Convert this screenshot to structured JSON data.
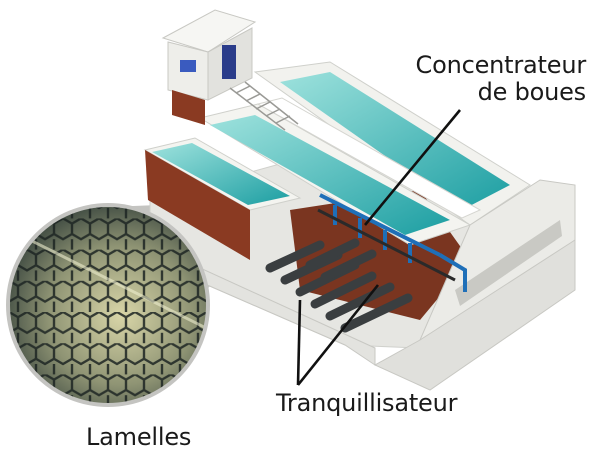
{
  "labels": {
    "concentrateur_line1": "Concentrateur",
    "concentrateur_line2": "de boues",
    "tranquillisateur": "Tranquillisateur",
    "lamelles": "Lamelles"
  },
  "colors": {
    "water": "#1fa5a8",
    "water_light": "#7fd6d2",
    "concrete": "#f0f0ec",
    "concrete_shadow": "#cfd0cb",
    "brick": "#8a3a22",
    "pipe": "#1f6fb8",
    "callout": "#b8b8b5"
  }
}
